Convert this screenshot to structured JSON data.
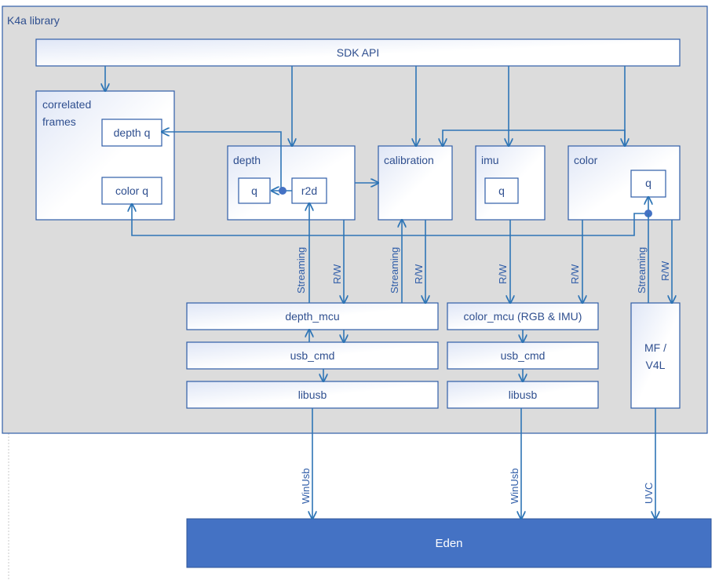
{
  "library_title": "K4a library",
  "sdk_api": "SDK API",
  "correlated": {
    "line1": "correlated",
    "line2": "frames",
    "depth_q": "depth q",
    "color_q": "color q"
  },
  "depth": {
    "title": "depth",
    "q": "q",
    "r2d": "r2d"
  },
  "calibration": "calibration",
  "imu": {
    "title": "imu",
    "q": "q"
  },
  "color": {
    "title": "color",
    "q": "q"
  },
  "depth_mcu": "depth_mcu",
  "color_mcu": "color_mcu (RGB & IMU)",
  "usb_cmd_left": "usb_cmd",
  "usb_cmd_right": "usb_cmd",
  "libusb_left": "libusb",
  "libusb_right": "libusb",
  "mf_v4l": {
    "line1": "MF /",
    "line2": "V4L"
  },
  "eden": "Eden",
  "edge_labels": {
    "streaming_1": "Streaming",
    "rw_1": "R/W",
    "streaming_2": "Streaming",
    "rw_2": "R/W",
    "rw_3": "R/W",
    "rw_4": "R/W",
    "streaming_3": "Streaming",
    "rw_5": "R/W",
    "winusb_1": "WinUsb",
    "winusb_2": "WinUsb",
    "uvc": "UVC"
  },
  "colors": {
    "accent": "#2e75b6",
    "eden_fill": "#4472c4",
    "panel": "#dcdcdc"
  }
}
